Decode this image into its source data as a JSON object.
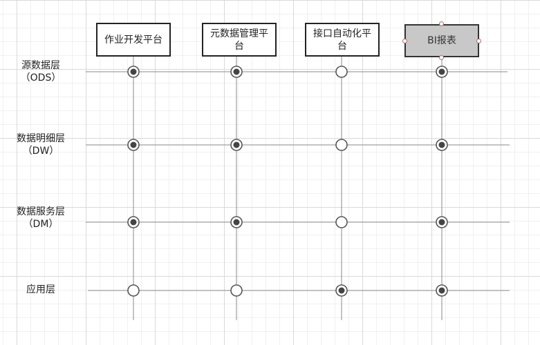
{
  "columns": [
    {
      "key": "job-platform",
      "label": "作业开发平台",
      "selected": false
    },
    {
      "key": "metadata-platform",
      "label": "元数据管理平台",
      "selected": false
    },
    {
      "key": "api-platform",
      "label": "接口自动化平台",
      "selected": false
    },
    {
      "key": "bi-report",
      "label": "BI报表",
      "selected": true
    }
  ],
  "rows": [
    {
      "key": "ods",
      "line1": "源数据层",
      "line2": "（ODS）"
    },
    {
      "key": "dw",
      "line1": "数据明细层",
      "line2": "（DW）"
    },
    {
      "key": "dm",
      "line1": "数据服务层",
      "line2": "（DM）"
    },
    {
      "key": "app",
      "line1": "应用层",
      "line2": ""
    }
  ],
  "matrix": [
    [
      true,
      true,
      false,
      true
    ],
    [
      true,
      true,
      false,
      true
    ],
    [
      true,
      true,
      false,
      true
    ],
    [
      false,
      false,
      true,
      true
    ]
  ],
  "colors": {
    "line": "#8a8a8a",
    "node_stroke": "#555555",
    "dot_fill": "#444444",
    "selected_box": "#c8c8c8"
  }
}
